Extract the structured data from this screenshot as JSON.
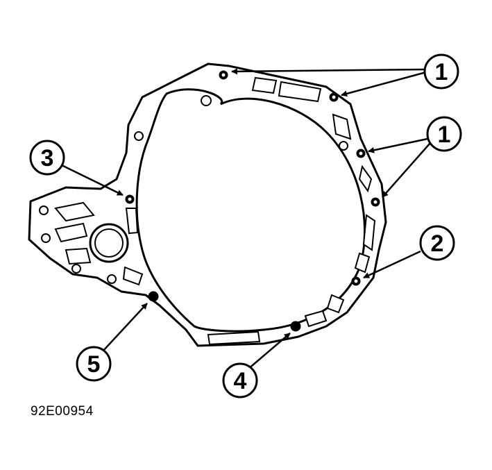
{
  "figure": {
    "id_label": "92E00954"
  },
  "callouts": [
    {
      "number": "1"
    },
    {
      "number": "1"
    },
    {
      "number": "2"
    },
    {
      "number": "3"
    },
    {
      "number": "4"
    },
    {
      "number": "5"
    }
  ],
  "colors": {
    "ink": "#000000",
    "paper": "#ffffff"
  }
}
